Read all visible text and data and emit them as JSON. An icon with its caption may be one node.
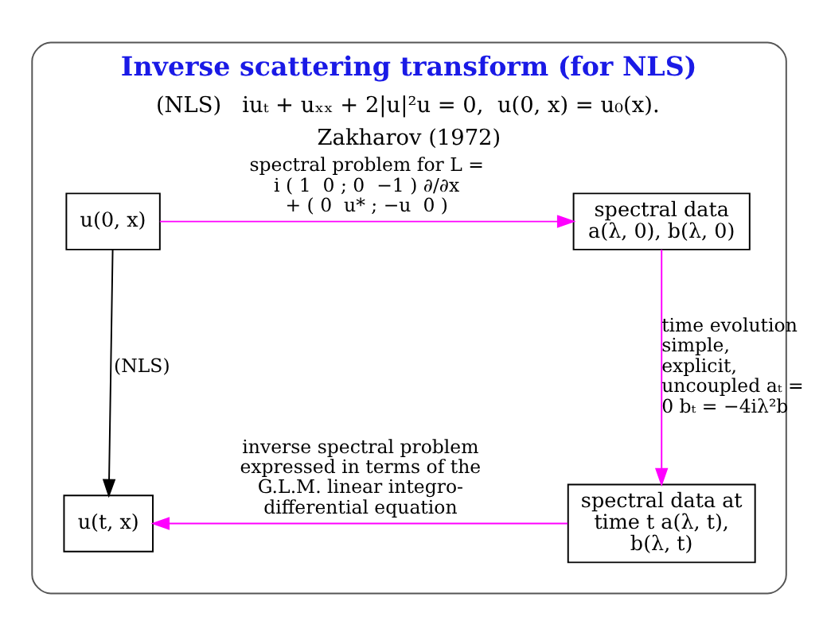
{
  "diagram": {
    "nodes": [
      {
        "text": [
          "Inverse scattering transform (for NLS)",
          "(NLS)   iuₜ + uₓₓ + 2|u|²u = 0,  u(0, x) = u₀(x).",
          "Zakharov (1972)"
        ]
      },
      {
        "text": [
          "u(0, x)"
        ],
        "in": 0
      },
      {
        "text": [
          "spectral data a(λ, 0), b(λ, 0)"
        ],
        "in": 0
      },
      {
        "text": [
          "u(t, x)"
        ],
        "in": 0
      },
      {
        "text": [
          "spectral data at time t a(λ, t), b(λ, t)"
        ],
        "in": 0
      }
    ],
    "edges": [
      {
        "from": 1,
        "to": 2,
        "arrow": "to",
        "color": "#ff00ff",
        "label": "spectral problem for L = i ( 1  0 ; 0  −1 ) ∂/∂x + ( 0  u* ; −u  0 )"
      },
      {
        "from": 2,
        "to": 4,
        "arrow": "to",
        "color": "#ff00ff",
        "label": "time evolution simple, explicit, uncoupled aₜ = 0 bₜ = −4iλ²b"
      },
      {
        "from": 4,
        "to": 3,
        "arrow": "to",
        "color": "#ff00ff",
        "label": "inverse spectral problem expressed in terms of the G.L.M. linear integro-differential equation"
      },
      {
        "from": 1,
        "to": 3,
        "arrow": "to",
        "color": "#000000",
        "label": "(NLS)"
      }
    ]
  }
}
